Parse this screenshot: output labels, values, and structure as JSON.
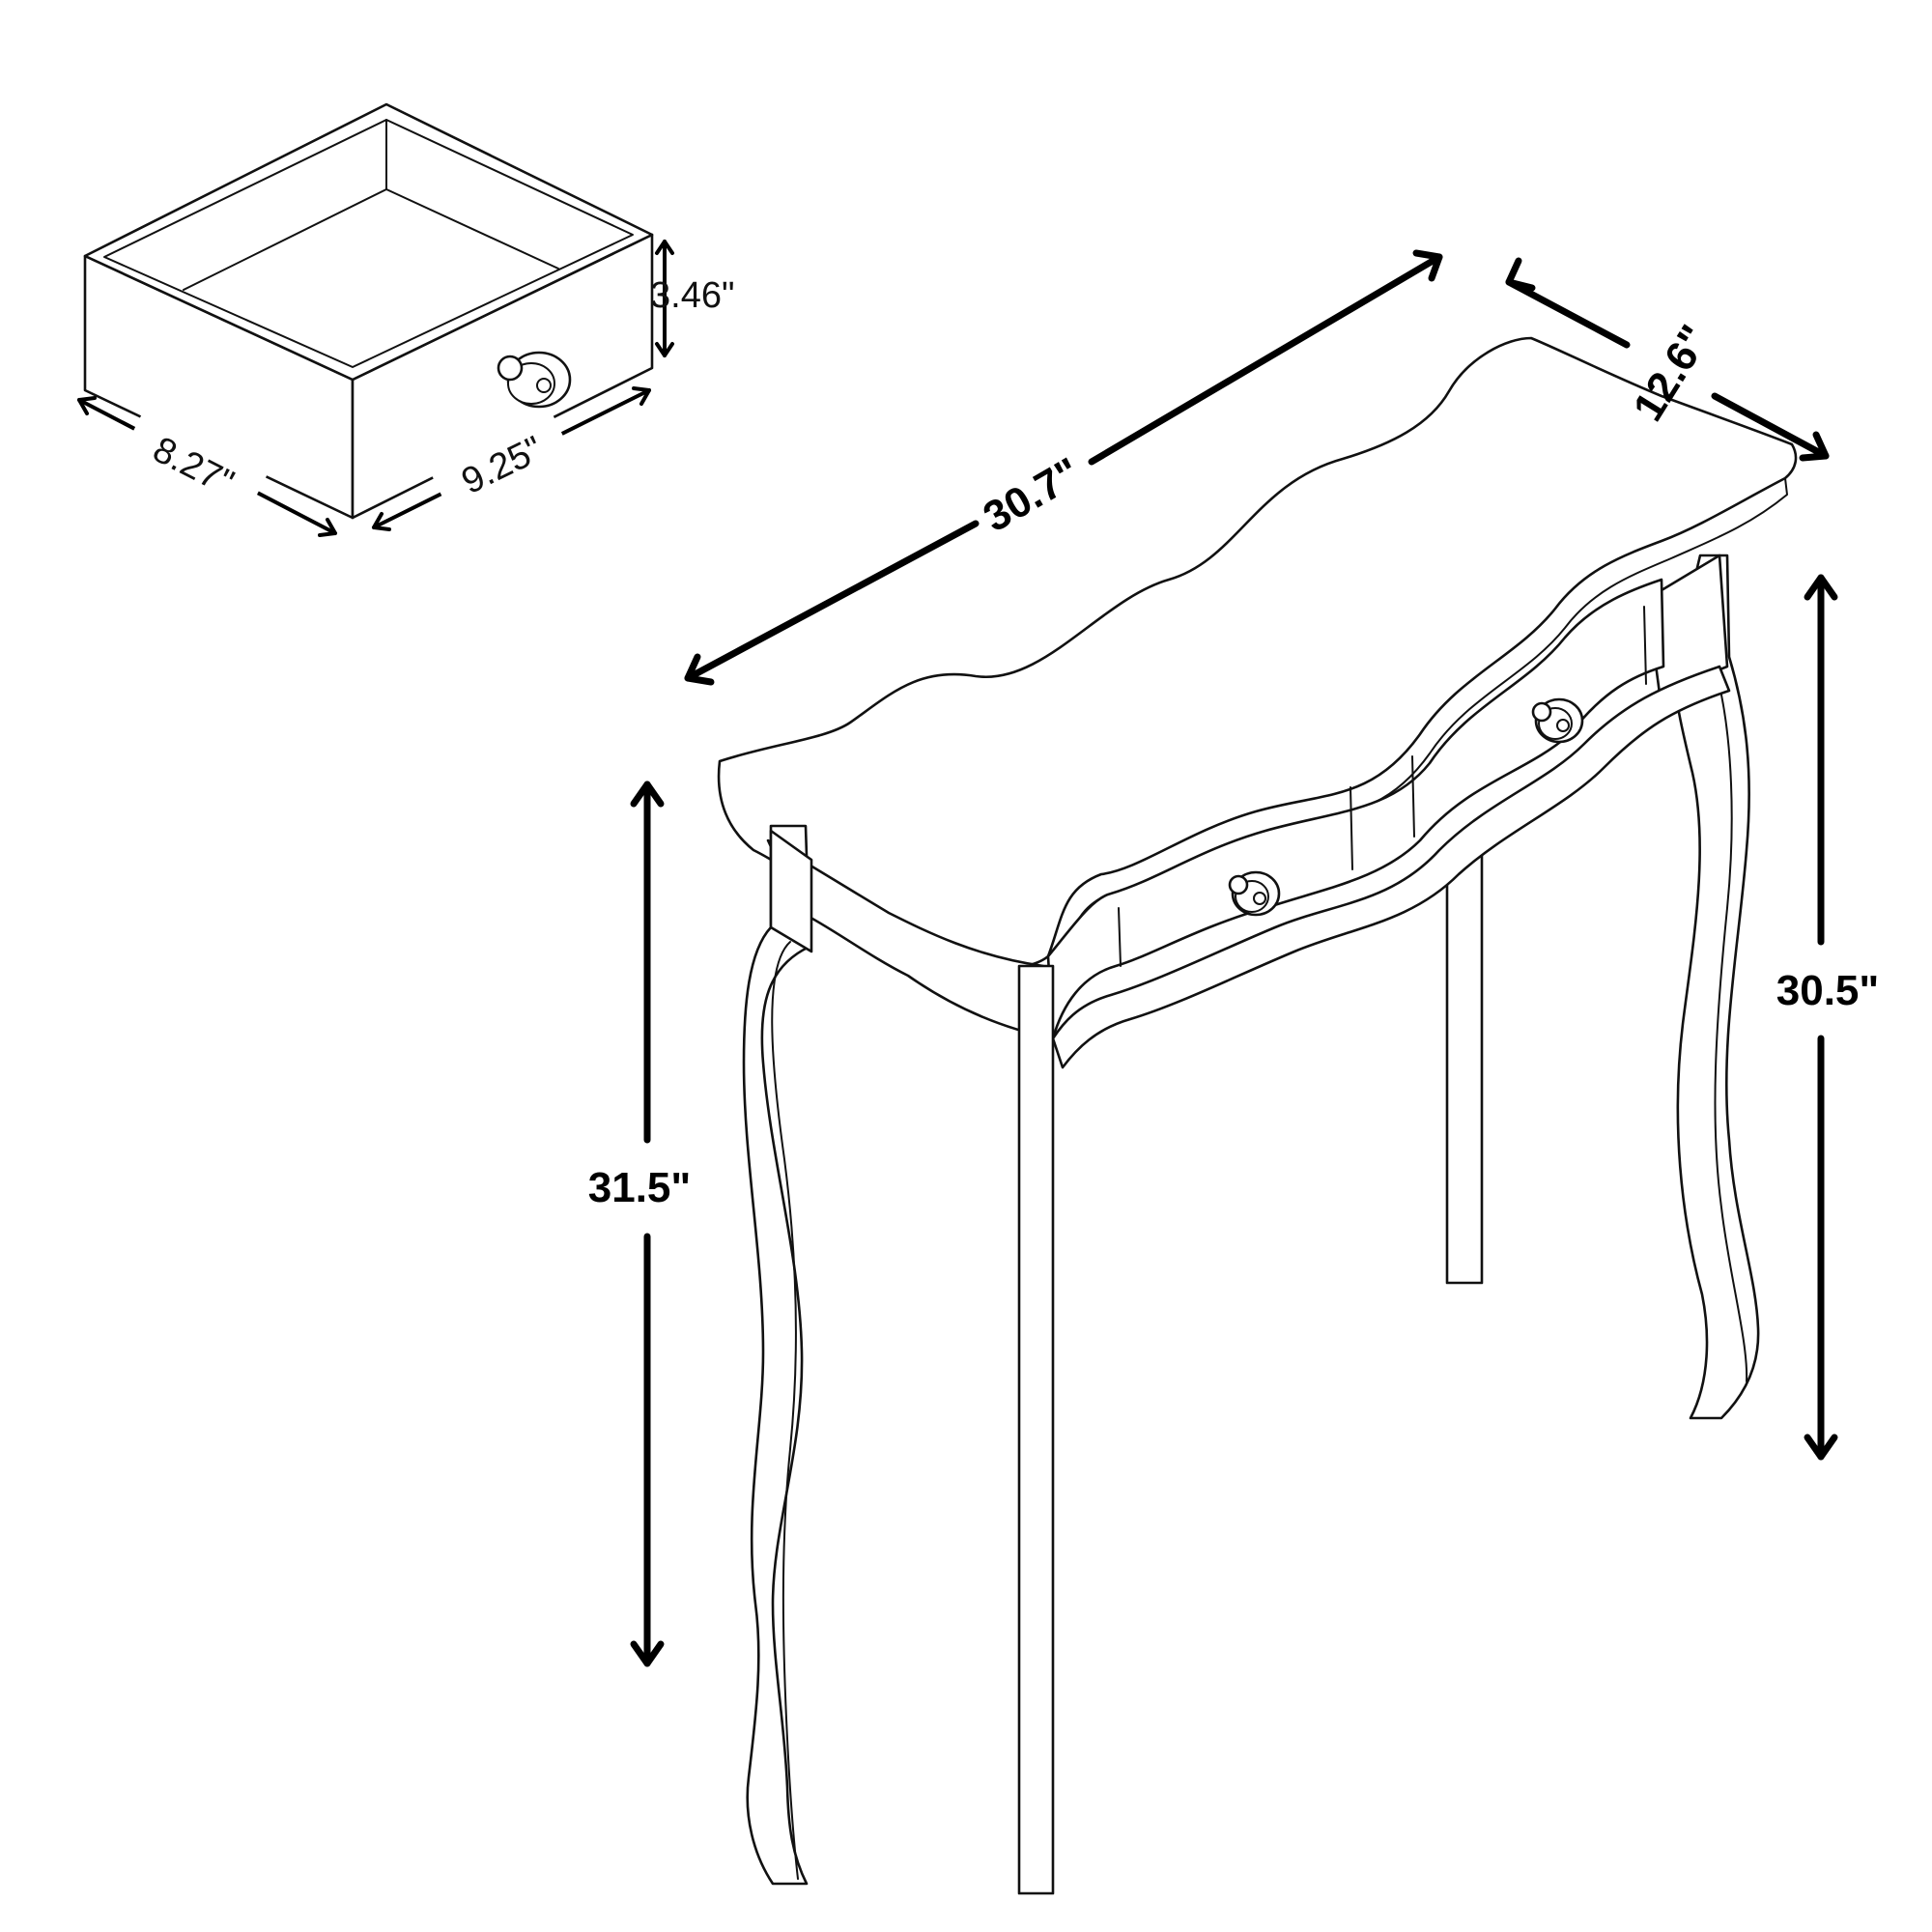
{
  "figure": {
    "drawer": {
      "height_label": "3.46\"",
      "width_label": "9.25\"",
      "depth_label": "8.27\""
    },
    "table": {
      "length_label": "30.7\"",
      "depth_label": "12.6\"",
      "front_height_label": "31.5\"",
      "back_height_label": "30.5\""
    }
  },
  "colors": {
    "line": "#111111",
    "background": "#ffffff",
    "arrow": "#000000"
  }
}
